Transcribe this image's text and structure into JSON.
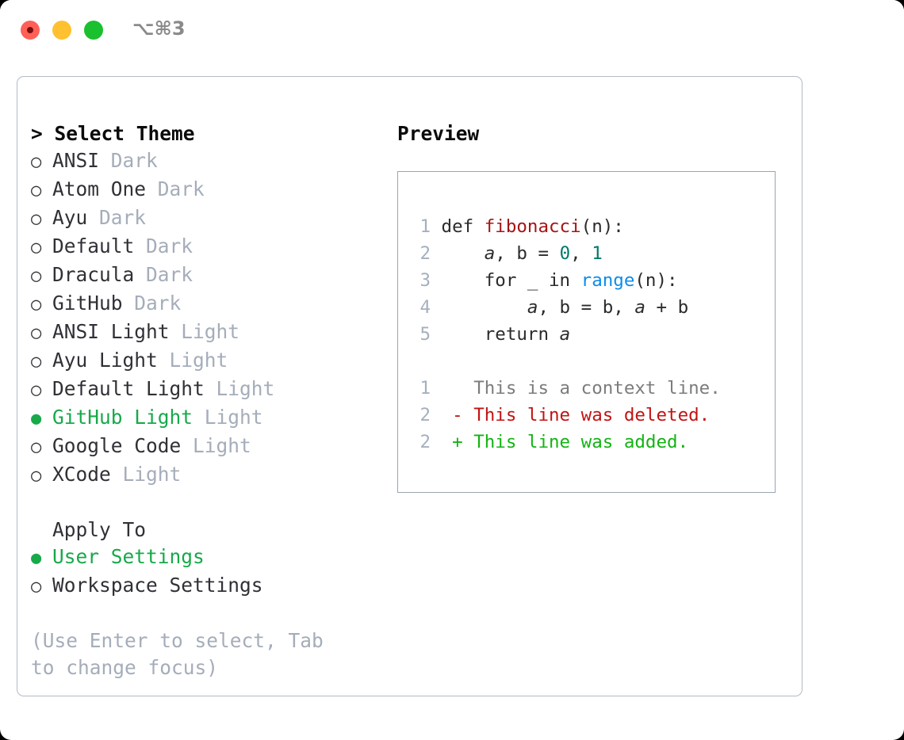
{
  "window": {
    "title": "⌥⌘3",
    "traffic_lights": [
      "close-red",
      "minimize-yellow",
      "zoom-green"
    ]
  },
  "theme_list": {
    "header": "> Select Theme",
    "marker_selected": "●",
    "marker_unselected": "○",
    "items": [
      {
        "name": "ANSI",
        "tag": "Dark",
        "selected": false
      },
      {
        "name": "Atom One",
        "tag": "Dark",
        "selected": false
      },
      {
        "name": "Ayu",
        "tag": "Dark",
        "selected": false
      },
      {
        "name": "Default",
        "tag": "Dark",
        "selected": false
      },
      {
        "name": "Dracula",
        "tag": "Dark",
        "selected": false
      },
      {
        "name": "GitHub",
        "tag": "Dark",
        "selected": false
      },
      {
        "name": "ANSI Light",
        "tag": "Light",
        "selected": false
      },
      {
        "name": "Ayu Light",
        "tag": "Light",
        "selected": false
      },
      {
        "name": "Default Light",
        "tag": "Light",
        "selected": false
      },
      {
        "name": "GitHub Light",
        "tag": "Light",
        "selected": true
      },
      {
        "name": "Google Code",
        "tag": "Light",
        "selected": false
      },
      {
        "name": "XCode",
        "tag": "Light",
        "selected": false
      }
    ]
  },
  "apply_to": {
    "header": "Apply To",
    "items": [
      {
        "name": "User Settings",
        "selected": true
      },
      {
        "name": "Workspace Settings",
        "selected": false
      }
    ]
  },
  "hint": "(Use Enter to select, Tab to change focus)",
  "preview": {
    "header": "Preview",
    "code": [
      {
        "num": "1",
        "tokens": [
          {
            "t": "def ",
            "k": "plain"
          },
          {
            "t": "fibonacci",
            "k": "fn"
          },
          {
            "t": "(n):",
            "k": "plain"
          }
        ]
      },
      {
        "num": "2",
        "tokens": [
          {
            "t": "    ",
            "k": "plain"
          },
          {
            "t": "a",
            "k": "var"
          },
          {
            "t": ", b = ",
            "k": "plain"
          },
          {
            "t": "0",
            "k": "num"
          },
          {
            "t": ", ",
            "k": "plain"
          },
          {
            "t": "1",
            "k": "num"
          }
        ]
      },
      {
        "num": "3",
        "tokens": [
          {
            "t": "    for _ in ",
            "k": "plain"
          },
          {
            "t": "range",
            "k": "call"
          },
          {
            "t": "(n):",
            "k": "plain"
          }
        ]
      },
      {
        "num": "4",
        "tokens": [
          {
            "t": "        ",
            "k": "plain"
          },
          {
            "t": "a",
            "k": "var"
          },
          {
            "t": ", b = b, ",
            "k": "plain"
          },
          {
            "t": "a",
            "k": "var"
          },
          {
            "t": " + b",
            "k": "plain"
          }
        ]
      },
      {
        "num": "5",
        "tokens": [
          {
            "t": "    return ",
            "k": "plain"
          },
          {
            "t": "a",
            "k": "var"
          }
        ]
      }
    ],
    "diff": [
      {
        "num": "1",
        "sign": " ",
        "text": "This is a context line.",
        "kind": "ctx"
      },
      {
        "num": "2",
        "sign": "-",
        "text": "This line was deleted.",
        "kind": "del"
      },
      {
        "num": "2",
        "sign": "+",
        "text": "This line was added.",
        "kind": "add"
      }
    ]
  },
  "colors": {
    "accent_green": "#17a94a",
    "muted": "#a5adba",
    "fn_red": "#a31515",
    "num_teal": "#00796b",
    "call_blue": "#0c8ce9",
    "diff_del": "#c21313",
    "diff_add": "#13b313",
    "border": "#b3bac6"
  }
}
